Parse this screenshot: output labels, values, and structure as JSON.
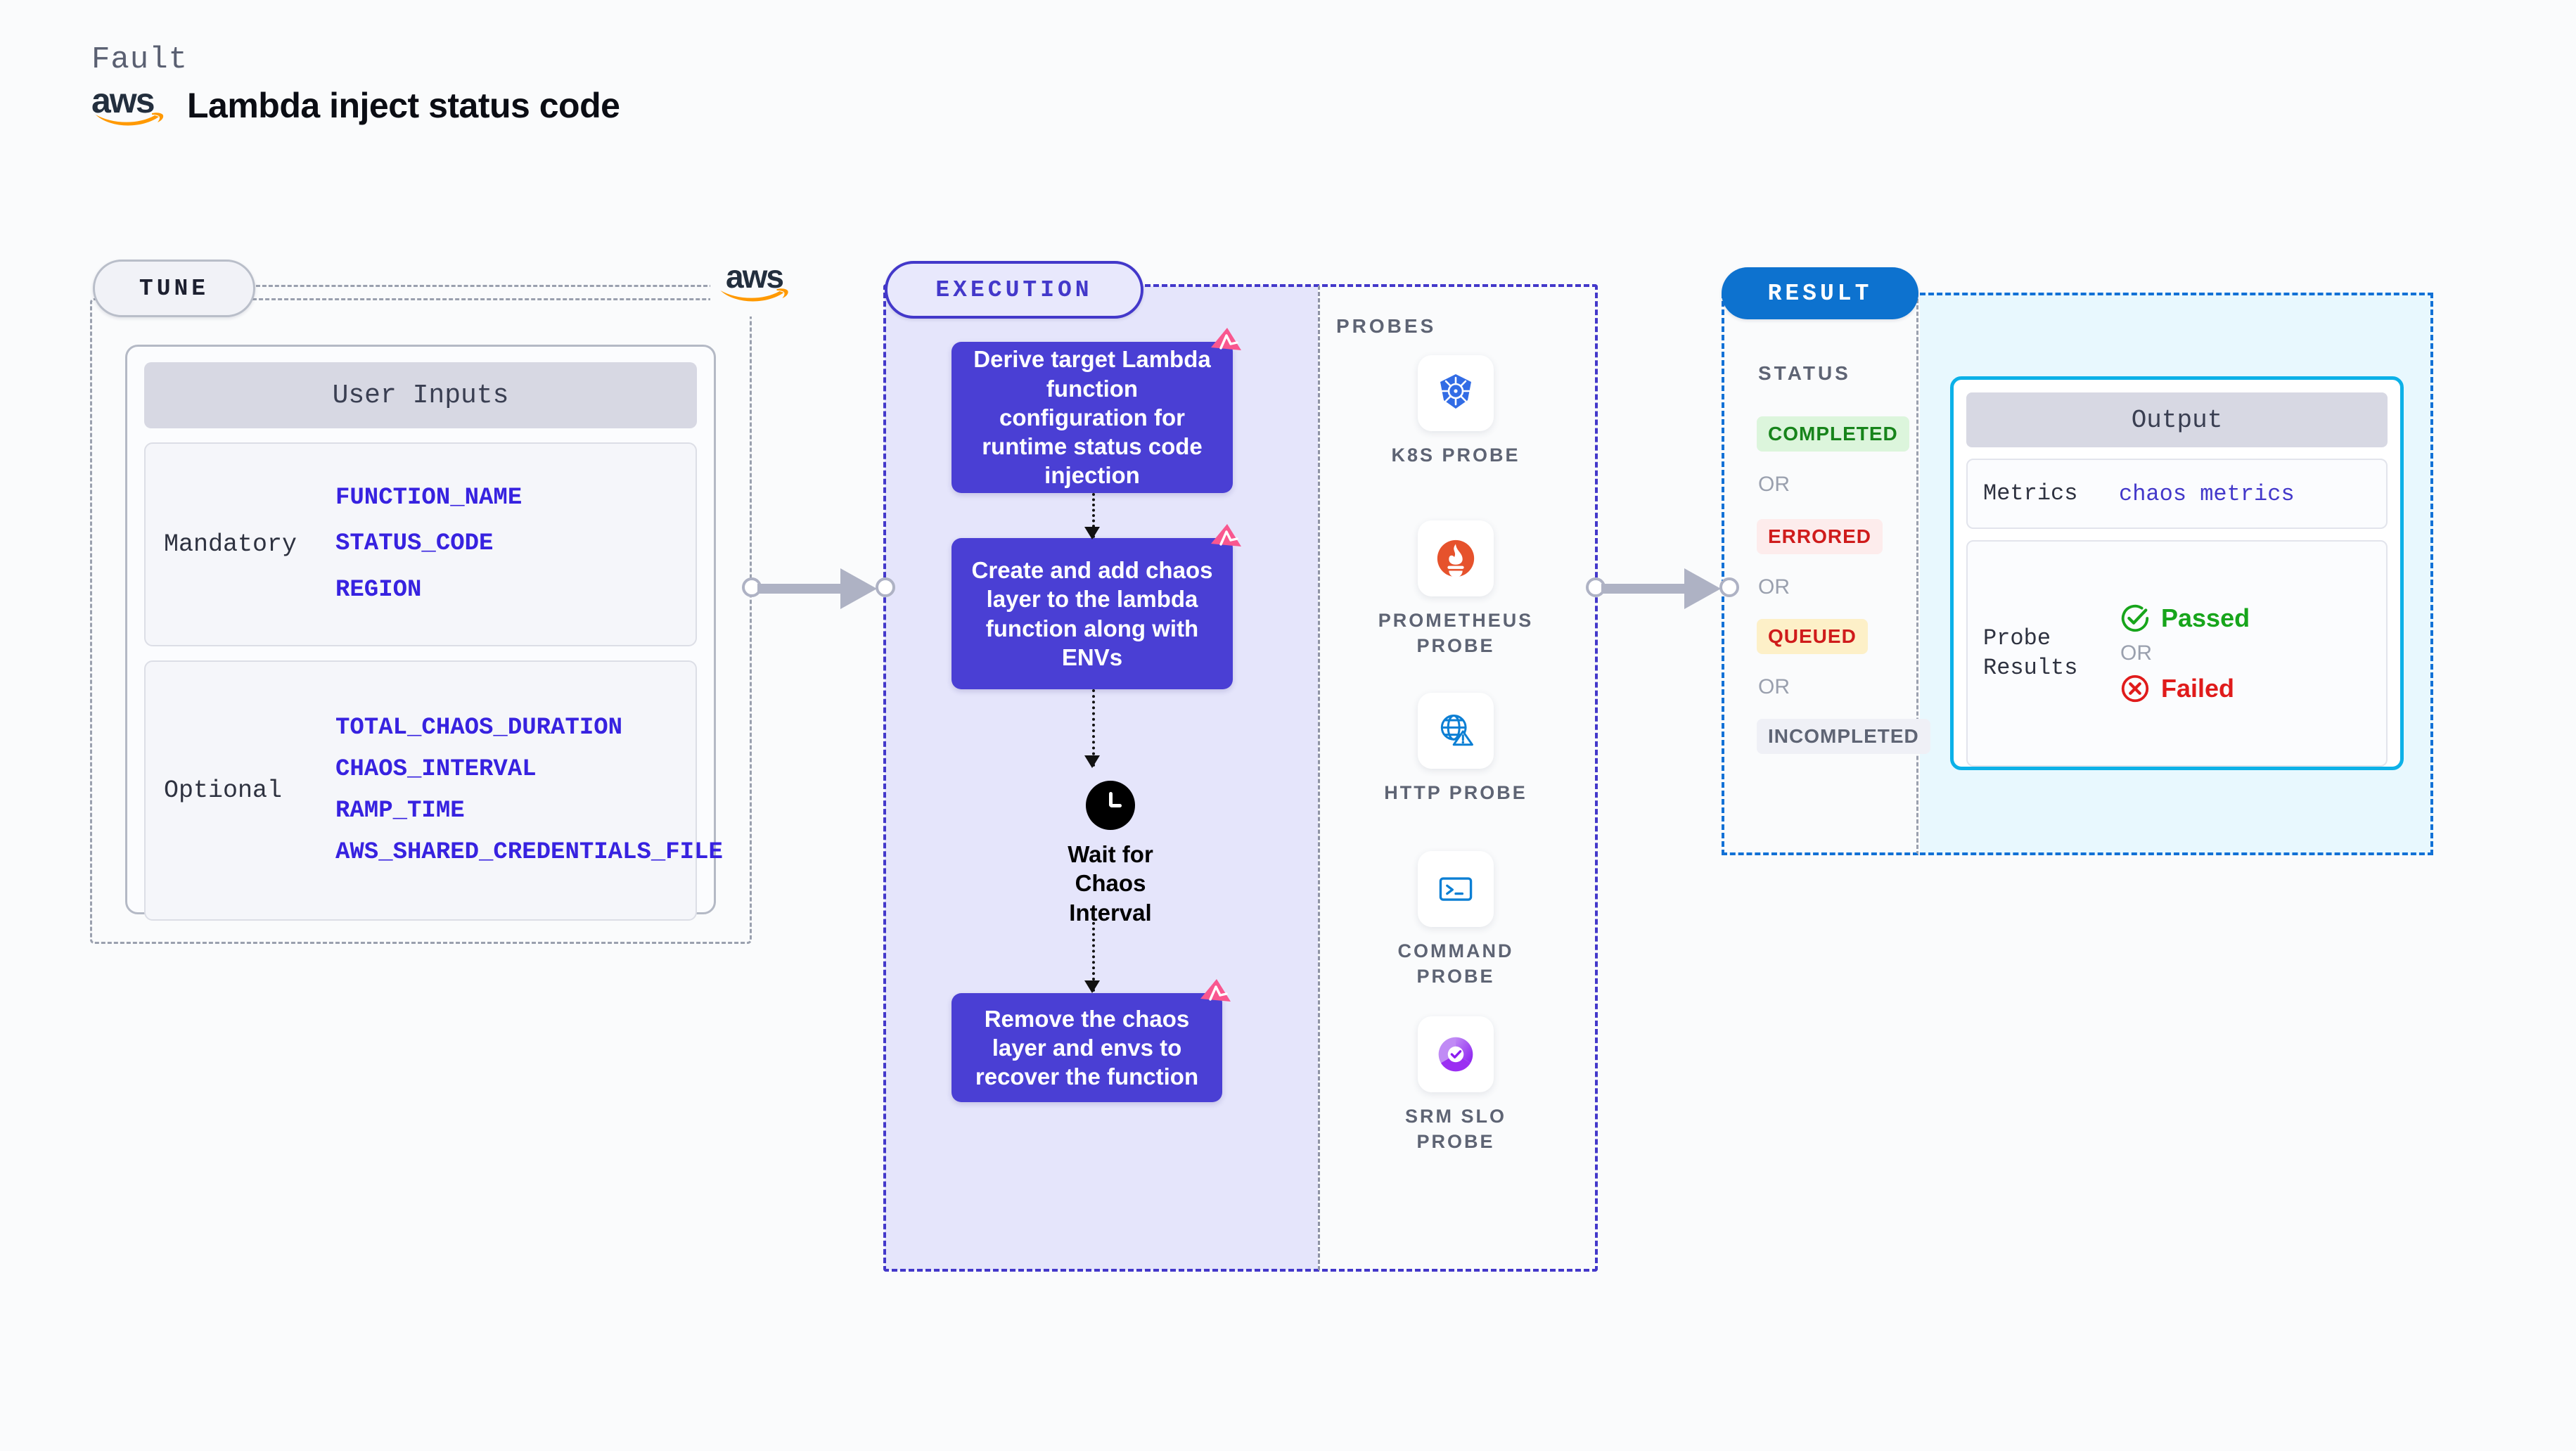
{
  "header": {
    "kicker": "Fault",
    "provider_logo": "aws-logo",
    "title": "Lambda inject status code"
  },
  "tune": {
    "pill_label": "TUNE",
    "provider_badge": "aws-logo",
    "card_title": "User Inputs",
    "groups": [
      {
        "label": "Mandatory",
        "params": [
          "FUNCTION_NAME",
          "STATUS_CODE",
          "REGION"
        ]
      },
      {
        "label": "Optional",
        "params": [
          "TOTAL_CHAOS_DURATION",
          "CHAOS_INTERVAL",
          "RAMP_TIME",
          "AWS_SHARED_CREDENTIALS_FILE"
        ]
      }
    ]
  },
  "execution": {
    "pill_label": "EXECUTION",
    "steps": [
      {
        "text": "Derive target Lambda function configuration for runtime status code injection",
        "badge": "litmus-badge"
      },
      {
        "text": "Create and add chaos layer to the lambda function along with ENVs",
        "badge": "litmus-badge"
      }
    ],
    "wait": {
      "icon": "clock-icon",
      "label": "Wait for Chaos Interval"
    },
    "final_step": {
      "text": "Remove the chaos layer and envs to recover the function",
      "badge": "litmus-badge"
    }
  },
  "probes": {
    "title": "PROBES",
    "items": [
      {
        "label": "K8S PROBE",
        "icon": "kubernetes-icon"
      },
      {
        "label": "PROMETHEUS PROBE",
        "icon": "prometheus-icon"
      },
      {
        "label": "HTTP PROBE",
        "icon": "http-globe-icon"
      },
      {
        "label": "COMMAND PROBE",
        "icon": "terminal-icon"
      },
      {
        "label": "SRM SLO PROBE",
        "icon": "srm-slo-icon"
      }
    ]
  },
  "result": {
    "pill_label": "RESULT",
    "status_title": "STATUS",
    "or_label": "OR",
    "statuses": [
      {
        "label": "COMPLETED",
        "bg": "#dcf5dc",
        "fg": "#17841b"
      },
      {
        "label": "ERRORED",
        "bg": "#fdecec",
        "fg": "#cf1b1b"
      },
      {
        "label": "QUEUED",
        "bg": "#fdf0c8",
        "fg": "#cf1b1b"
      },
      {
        "label": "INCOMPLETED",
        "bg": "#eff0f6",
        "fg": "#5e6474"
      }
    ],
    "output": {
      "title": "Output",
      "metrics_key": "Metrics",
      "metrics_value": "chaos metrics",
      "probe_key": "Probe Results",
      "passed_label": "Passed",
      "failed_label": "Failed",
      "or_label": "OR",
      "passed_icon": "check-circle-icon",
      "failed_icon": "x-circle-icon"
    }
  },
  "connectors": [
    {
      "name": "tune-to-execution"
    },
    {
      "name": "execution-to-result"
    }
  ],
  "colors": {
    "accent_purple": "#4338ca",
    "step_fill": "#4a3fd4",
    "result_blue": "#0d72cf",
    "output_cyan": "#0cb1e8",
    "litmus_pink": "#f9578f",
    "param_blue": "#3722e0"
  }
}
